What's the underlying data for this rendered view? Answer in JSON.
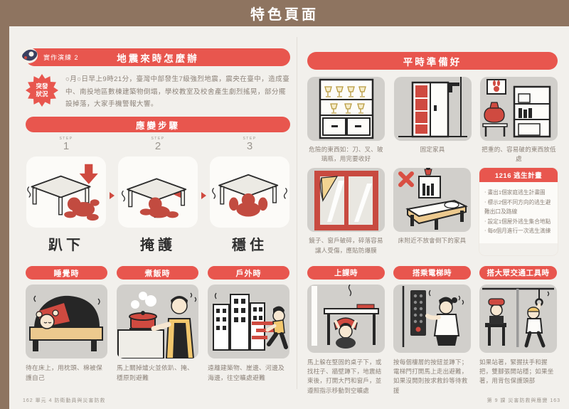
{
  "header": {
    "title": "特色頁面"
  },
  "left_page": {
    "exercise_badge": "實作演練 2",
    "banner_title": "地震來時怎麼辦",
    "scenario": {
      "badge_line1": "突發",
      "badge_line2": "狀況",
      "text": "○月○日早上9時21分，臺灣中部發生7級強烈地震，震央在臺中，造成臺中、南投地區數棟建築物倒塌，學校教室及校舍產生劇烈搖晃，部分擺設掉落，大家手機警報大響。"
    },
    "steps_banner": "應變步驟",
    "steps": [
      {
        "step_label": "STEP",
        "number": "1",
        "name": "趴下"
      },
      {
        "step_label": "STEP",
        "number": "2",
        "name": "掩護"
      },
      {
        "step_label": "STEP",
        "number": "3",
        "name": "穩住"
      }
    ],
    "situations": [
      {
        "title": "睡覺時",
        "caption": "待在床上，用枕頭、棉被保護自己"
      },
      {
        "title": "煮飯時",
        "caption": "馬上關掉爐火並依趴、掩、穩原則避難"
      },
      {
        "title": "戶外時",
        "caption": "遠離建築物、崖邊、河邊及海邊，往空曠處避難"
      }
    ]
  },
  "right_page": {
    "banner_title": "平時準備好",
    "preparations": [
      {
        "caption": "危險的東西如：刀、叉、玻璃瓶，用完要收好"
      },
      {
        "caption": "固定家具"
      },
      {
        "caption": "把重的、容易破的東西放低處"
      }
    ],
    "home_safety": [
      {
        "caption": "鏡子、窗戶破碎，碎落容易讓人受傷，應貼防爆膜"
      },
      {
        "caption": "床附近不放會倒下的家具"
      }
    ],
    "escape_plan": {
      "title": "1216 逃生計畫",
      "items": [
        "畫出1個家庭逃生計畫圖",
        "標示2個不同方向的逃生避難出口及路線",
        "設定1個屋外逃生集合地點",
        "每6個月進行一次逃生演練"
      ]
    },
    "situations": [
      {
        "title": "上課時",
        "caption": "馬上躲在堅固的桌子下，或找柱子、牆壁蹲下，地震結束後，打開大門和窗戶，並遵照指示移動到空曠處"
      },
      {
        "title": "搭乘電梯時",
        "caption": "按每個樓層的按鈕並蹲下；電梯門打開馬上走出避難，如果沒開則按求救鈴等待救援"
      },
      {
        "title": "搭大眾交通工具時",
        "caption": "如果站著，緊握扶手和握把，雙腳張開站穩；如果坐著，用背包保護頭部"
      }
    ]
  },
  "footer": {
    "left": "162  單元 4  防衛動員與災害防救",
    "right": "第 9 課  災害防救與應變  163"
  },
  "colors": {
    "accent_red": "#E8564E",
    "header_brown": "#8E7460",
    "panel_gray": "#D1CFCB",
    "figure_red": "#C24B40"
  }
}
